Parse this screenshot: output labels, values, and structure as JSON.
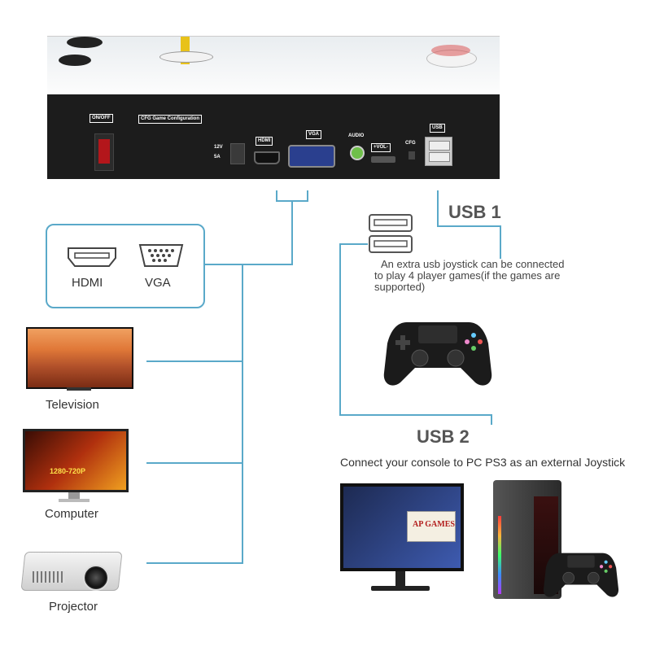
{
  "panel": {
    "on_off": "ON/OFF",
    "cfg_title": "CFG Game Configuration",
    "power_spec_1": "12V",
    "power_spec_2": "5A",
    "hdmi": "HDMI",
    "vga": "VGA",
    "audio": "AUDIO",
    "vol": "+VOL-",
    "cfg": "CFG",
    "usb": "USB"
  },
  "video_box": {
    "hdmi_label": "HDMI",
    "vga_label": "VGA"
  },
  "devices": {
    "television": "Television",
    "computer": "Computer",
    "projector": "Projector",
    "screen_logo": "1280-720P"
  },
  "usb1": {
    "title": "USB 1",
    "description_line1": "An extra usb joystick can be connected",
    "description_line2": "to play 4 player games(if the games are",
    "description_line3": "supported)"
  },
  "usb2": {
    "title": "USB 2",
    "description": "Connect your console to PC PS3 as an external Joystick",
    "monitor_logo": "AP GAMES"
  },
  "colors": {
    "line": "#5aa9c9",
    "panel": "#1c1c1c",
    "title_gray": "#555555"
  }
}
